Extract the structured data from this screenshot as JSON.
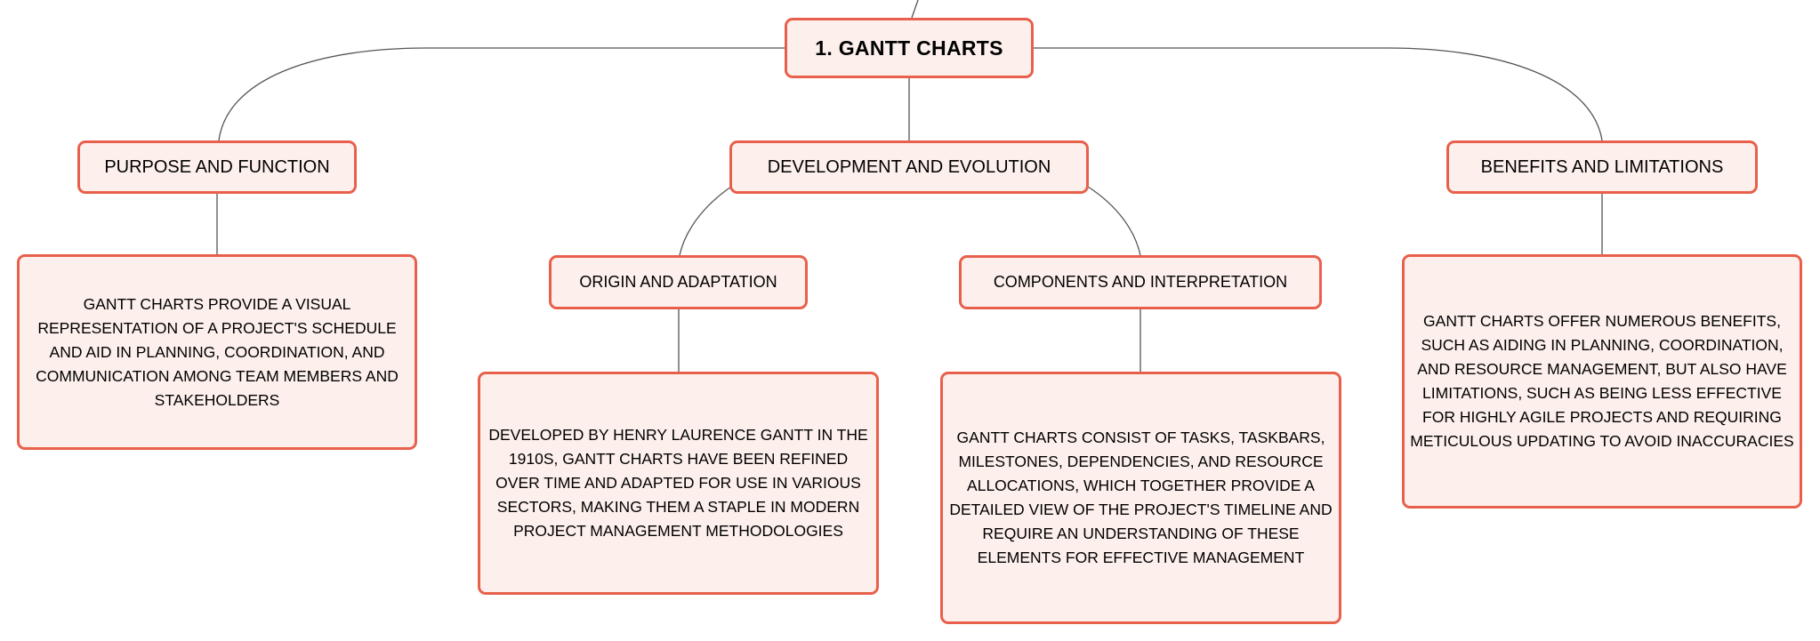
{
  "root": {
    "label": "1. GANTT CHARTS"
  },
  "branches": {
    "purpose": {
      "label": "PURPOSE AND FUNCTION",
      "description": "GANTT CHARTS PROVIDE A VISUAL REPRESENTATION OF A PROJECT'S SCHEDULE AND AID IN PLANNING, COORDINATION, AND COMMUNICATION AMONG TEAM MEMBERS AND STAKEHOLDERS"
    },
    "development": {
      "label": "DEVELOPMENT AND EVOLUTION",
      "origin": {
        "label": "ORIGIN AND ADAPTATION",
        "description": "DEVELOPED BY HENRY LAURENCE GANTT IN THE 1910S, GANTT CHARTS HAVE BEEN REFINED OVER TIME AND ADAPTED FOR USE IN VARIOUS SECTORS, MAKING THEM A STAPLE IN MODERN PROJECT MANAGEMENT METHODOLOGIES"
      },
      "components": {
        "label": "COMPONENTS AND INTERPRETATION",
        "description": "GANTT CHARTS CONSIST OF TASKS, TASKBARS, MILESTONES, DEPENDENCIES, AND RESOURCE ALLOCATIONS, WHICH TOGETHER PROVIDE A DETAILED VIEW OF THE PROJECT'S TIMELINE AND REQUIRE AN UNDERSTANDING OF THESE ELEMENTS FOR EFFECTIVE MANAGEMENT"
      }
    },
    "benefits": {
      "label": "BENEFITS AND LIMITATIONS",
      "description": "GANTT CHARTS OFFER NUMEROUS BENEFITS, SUCH AS AIDING IN PLANNING, COORDINATION, AND RESOURCE MANAGEMENT, BUT ALSO HAVE LIMITATIONS, SUCH AS BEING LESS EFFECTIVE FOR HIGHLY AGILE PROJECTS AND REQUIRING METICULOUS UPDATING TO AVOID INACCURACIES"
    }
  },
  "colors": {
    "node_border": "#e8604c",
    "node_fill": "#fdf0ec",
    "connector": "#555555"
  }
}
